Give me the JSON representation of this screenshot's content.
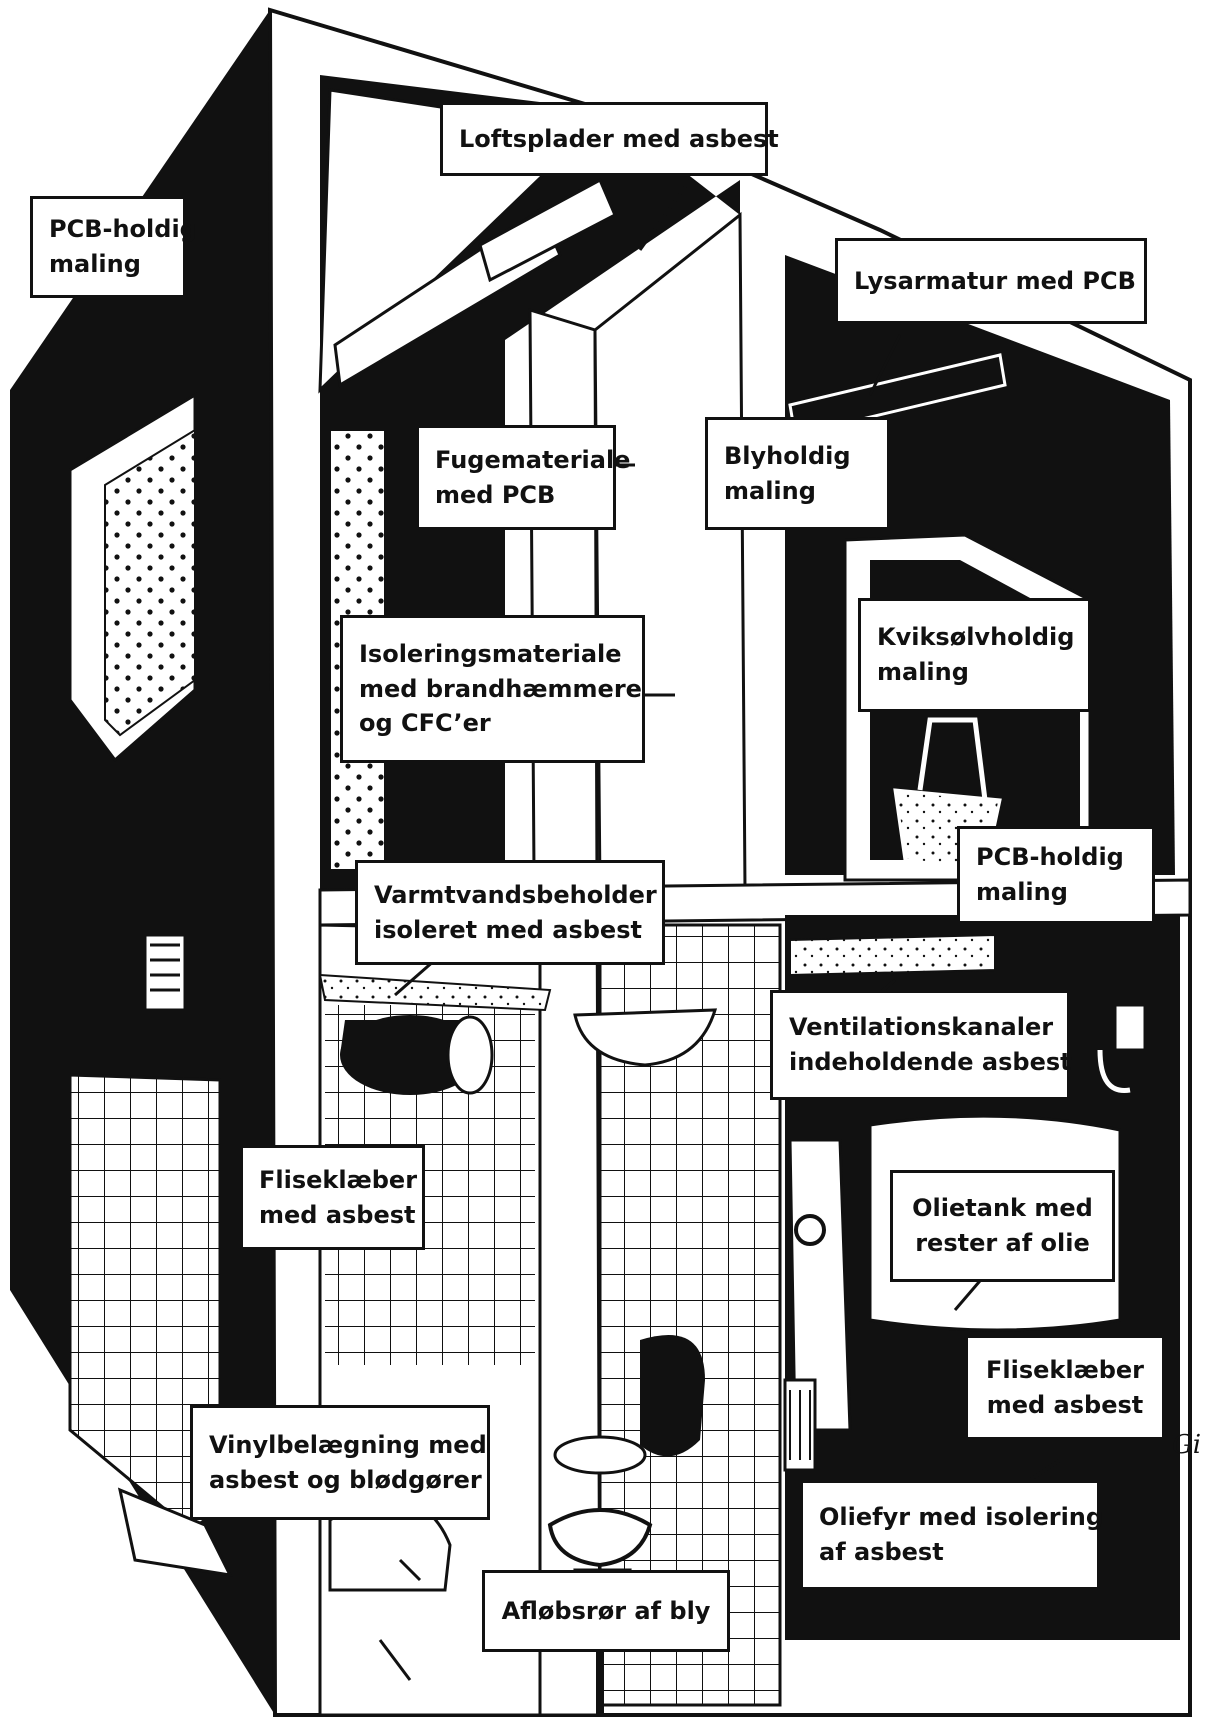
{
  "colors": {
    "ink": "#111111",
    "paper": "#ffffff"
  },
  "labels": {
    "loftsplader": "Loftsplader med asbest",
    "pcb_top": [
      "PCB-holdig",
      "maling"
    ],
    "lysarmatur": "Lysarmatur med PCB",
    "fugemateriale": [
      "Fugemateriale",
      "med PCB"
    ],
    "blyholdig": [
      "Blyholdig",
      "maling"
    ],
    "isolering": [
      "Isoleringsmateriale",
      "med brandhæmmere",
      "og CFC’er"
    ],
    "kviksolv": [
      "Kviksølvholdig",
      "maling"
    ],
    "pcb_mid": [
      "PCB-holdig",
      "maling"
    ],
    "varmtvand": [
      "Varmtvandsbeholder",
      "isoleret med asbest"
    ],
    "ventilation": [
      "Ventilationskanaler",
      "indeholdende asbest"
    ],
    "fliseklaeber_left": [
      "Fliseklæber",
      "med asbest"
    ],
    "olietank": [
      "Olietank med",
      "rester af olie"
    ],
    "fliseklaeber_right": [
      "Fliseklæber",
      "med asbest"
    ],
    "vinyl": [
      "Vinylbelægning med",
      "asbest og blødgører"
    ],
    "oliefyr": [
      "Oliefyr med isolering",
      "af asbest"
    ],
    "aflobsror": "Afløbsrør af bly"
  },
  "signature": "Gi"
}
